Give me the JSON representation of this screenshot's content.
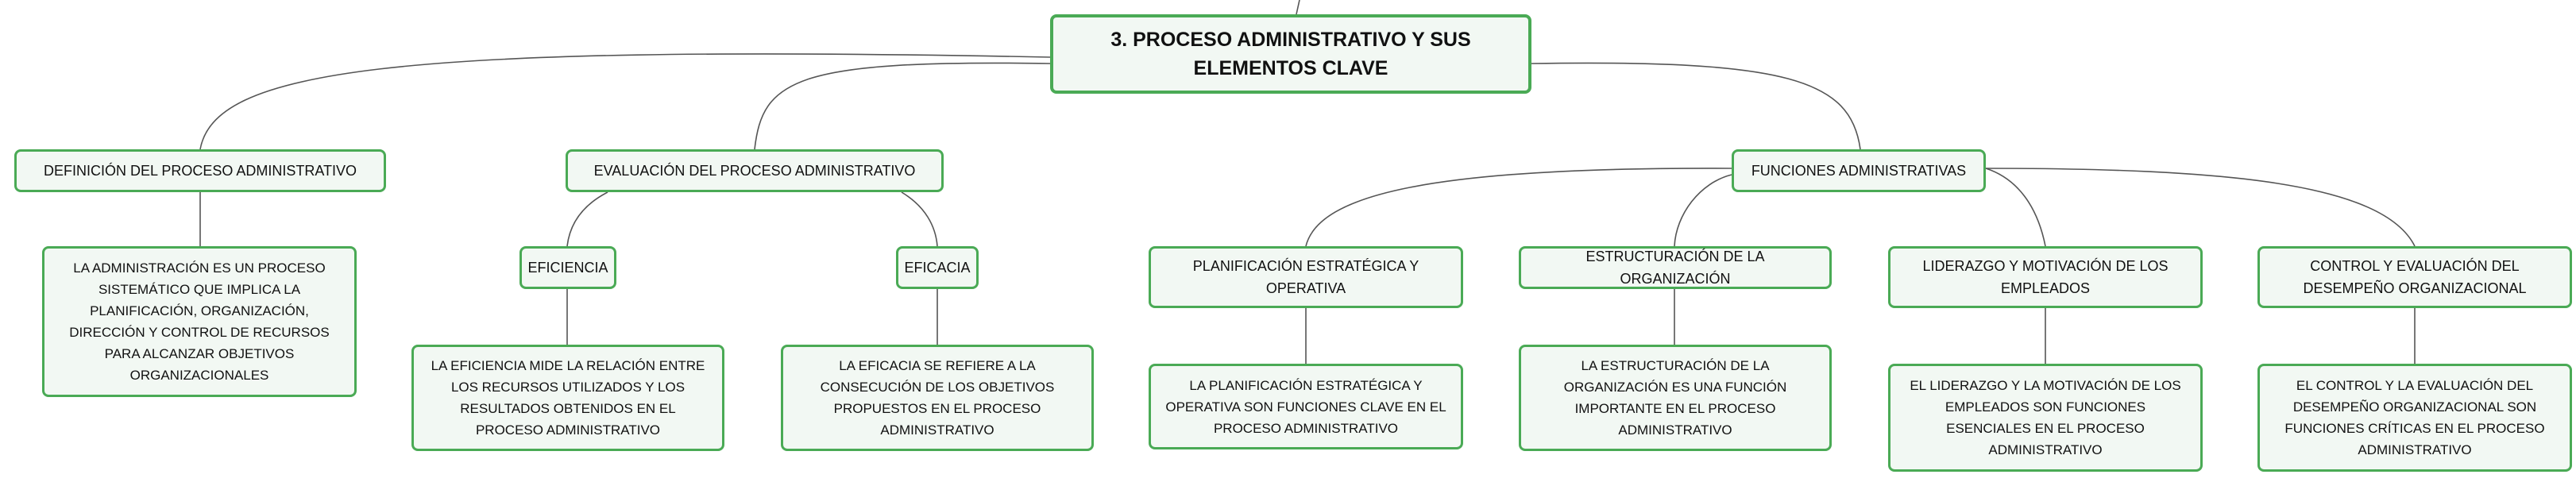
{
  "root": {
    "text": "3. PROCESO ADMINISTRATIVO Y SUS ELEMENTOS CLAVE"
  },
  "definicion": {
    "title": "DEFINICIÓN DEL PROCESO ADMINISTRATIVO",
    "detail": "LA ADMINISTRACIÓN ES UN PROCESO SISTEMÁTICO QUE IMPLICA LA PLANIFICACIÓN, ORGANIZACIÓN, DIRECCIÓN Y CONTROL DE RECURSOS PARA ALCANZAR OBJETIVOS ORGANIZACIONALES"
  },
  "evaluacion": {
    "title": "EVALUACIÓN DEL PROCESO ADMINISTRATIVO",
    "eficiencia": {
      "title": "EFICIENCIA",
      "detail": "LA EFICIENCIA MIDE LA RELACIÓN ENTRE LOS RECURSOS UTILIZADOS Y LOS RESULTADOS OBTENIDOS EN EL PROCESO ADMINISTRATIVO"
    },
    "eficacia": {
      "title": "EFICACIA",
      "detail": "LA EFICACIA SE REFIERE A LA CONSECUCIÓN DE LOS OBJETIVOS PROPUESTOS EN EL PROCESO ADMINISTRATIVO"
    }
  },
  "funciones": {
    "title": "FUNCIONES ADMINISTRATIVAS",
    "planificacion": {
      "title": "PLANIFICACIÓN ESTRATÉGICA Y OPERATIVA",
      "detail": "LA PLANIFICACIÓN ESTRATÉGICA Y OPERATIVA SON FUNCIONES CLAVE EN EL PROCESO ADMINISTRATIVO"
    },
    "estructuracion": {
      "title": "ESTRUCTURACIÓN DE LA ORGANIZACIÓN",
      "detail": "LA ESTRUCTURACIÓN DE LA ORGANIZACIÓN ES UNA FUNCIÓN IMPORTANTE EN EL PROCESO ADMINISTRATIVO"
    },
    "liderazgo": {
      "title": "LIDERAZGO Y MOTIVACIÓN DE LOS EMPLEADOS",
      "detail": "EL LIDERAZGO Y LA MOTIVACIÓN DE LOS EMPLEADOS SON FUNCIONES ESENCIALES EN EL PROCESO ADMINISTRATIVO"
    },
    "control": {
      "title": "CONTROL Y EVALUACIÓN DEL DESEMPEÑO ORGANIZACIONAL",
      "detail": "EL CONTROL Y LA EVALUACIÓN DEL DESEMPEÑO ORGANIZACIONAL SON FUNCIONES CRÍTICAS EN EL PROCESO ADMINISTRATIVO"
    }
  }
}
